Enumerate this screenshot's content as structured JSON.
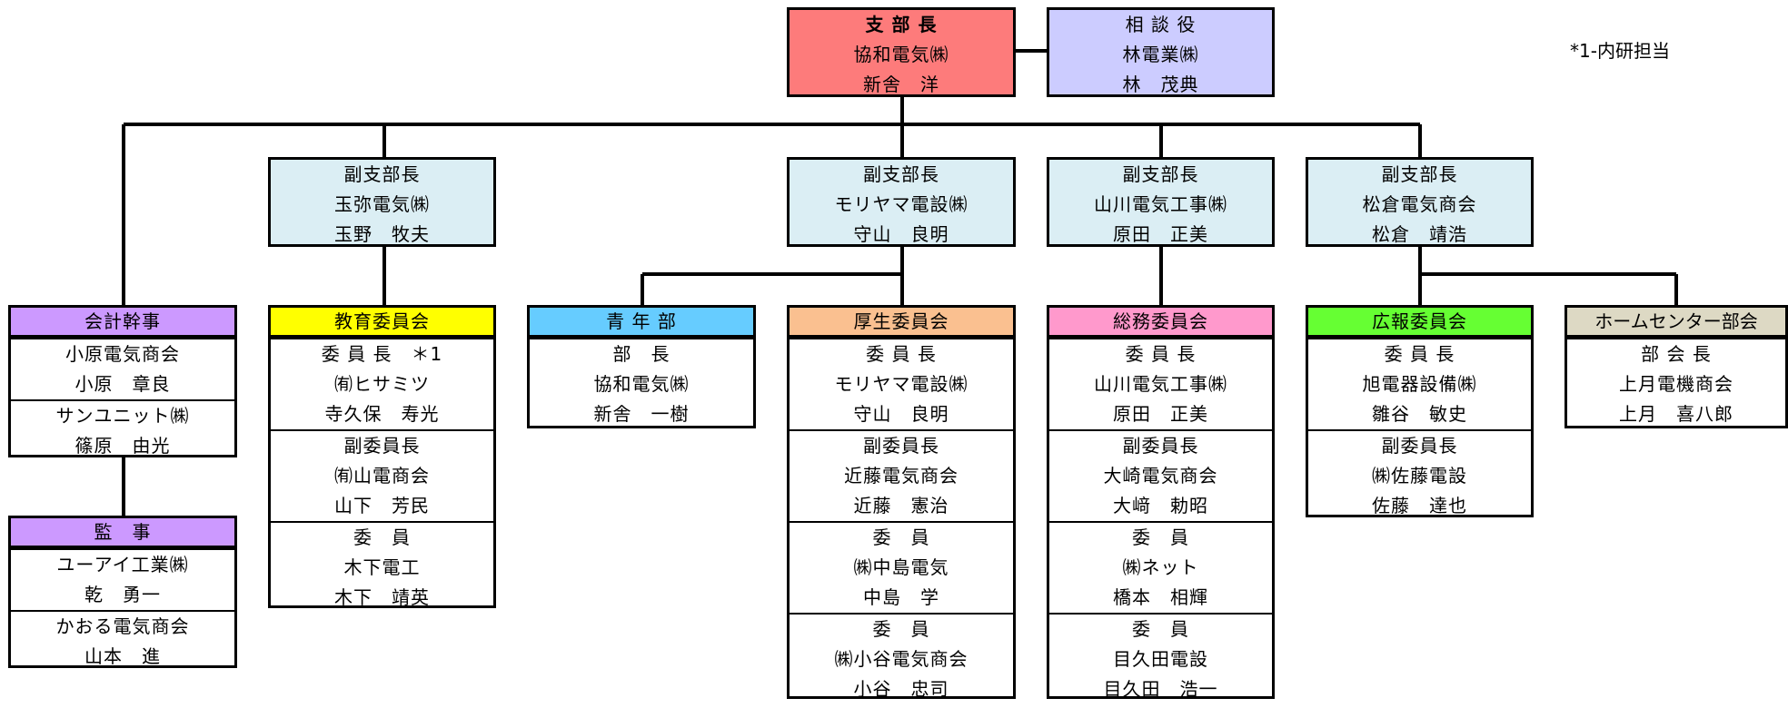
{
  "note": "*1-内研担当",
  "colors": {
    "chief": "#fd7b7b",
    "advisor": "#ccccff",
    "vice": "#dbeef4",
    "accounting": "#cc99ff",
    "auditor": "#cc99ff",
    "education": "#ffff00",
    "youth": "#66ccff",
    "welfare": "#fac090",
    "general": "#ff99cc",
    "pr": "#66ff33",
    "homecenter": "#ddd9c4"
  },
  "chief": {
    "title": "支 部 長",
    "company": "協和電気㈱",
    "name": "新舎　洋"
  },
  "advisor": {
    "title": "相 談 役",
    "company": "林電業㈱",
    "name": "林　茂典"
  },
  "vice1": {
    "title": "副支部長",
    "company": "玉弥電気㈱",
    "name": "玉野　牧夫"
  },
  "vice2": {
    "title": "副支部長",
    "company": "モリヤマ電設㈱",
    "name": "守山　良明"
  },
  "vice3": {
    "title": "副支部長",
    "company": "山川電気工事㈱",
    "name": "原田　正美"
  },
  "vice4": {
    "title": "副支部長",
    "company": "松倉電気商会",
    "name": "松倉　靖浩"
  },
  "accounting": {
    "header": "会計幹事",
    "groups": [
      [
        "小原電気商会",
        "小原　章良"
      ],
      [
        "サンユニット㈱",
        "篠原　由光"
      ]
    ]
  },
  "auditor": {
    "header": "監　事",
    "groups": [
      [
        "ユーアイ工業㈱",
        "乾　勇一"
      ],
      [
        "かおる電気商会",
        "山本　進"
      ]
    ]
  },
  "education": {
    "header": "教育委員会",
    "groups": [
      [
        "委 員 長　＊1",
        "㈲ヒサミツ",
        "寺久保　寿光"
      ],
      [
        "副委員長",
        "㈲山電商会",
        "山下　芳民"
      ],
      [
        "委　員",
        "木下電工",
        "木下　靖英"
      ]
    ]
  },
  "youth": {
    "header": "青 年 部",
    "groups": [
      [
        "部　長",
        "協和電気㈱",
        "新舎　一樹"
      ]
    ]
  },
  "welfare": {
    "header": "厚生委員会",
    "groups": [
      [
        "委 員 長",
        "モリヤマ電設㈱",
        "守山　良明"
      ],
      [
        "副委員長",
        "近藤電気商会",
        "近藤　憲治"
      ],
      [
        "委　員",
        "㈱中島電気",
        "中島　学"
      ],
      [
        "委　員",
        "㈱小谷電気商会",
        "小谷　忠司"
      ]
    ]
  },
  "general": {
    "header": "総務委員会",
    "groups": [
      [
        "委 員 長",
        "山川電気工事㈱",
        "原田　正美"
      ],
      [
        "副委員長",
        "大崎電気商会",
        "大﨑　勅昭"
      ],
      [
        "委　員",
        "㈱ネット",
        "橋本　相輝"
      ],
      [
        "委　員",
        "目久田電設",
        "目久田　浩一"
      ]
    ]
  },
  "pr": {
    "header": "広報委員会",
    "groups": [
      [
        "委 員 長",
        "旭電器設備㈱",
        "雛谷　敏史"
      ],
      [
        "副委員長",
        "㈱佐藤電設",
        "佐藤　達也"
      ]
    ]
  },
  "homecenter": {
    "header": "ホームセンター部会",
    "groups": [
      [
        "部 会 長",
        "上月電機商会",
        "上月　喜八郎"
      ]
    ]
  }
}
